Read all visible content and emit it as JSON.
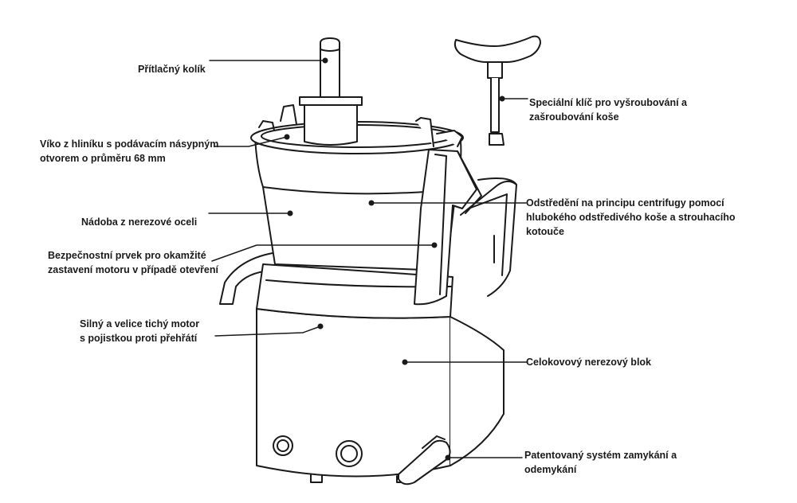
{
  "labels": {
    "plunger": [
      "Přítlačný kolík"
    ],
    "lid": [
      "Víko z hliníku s podávacím násypným",
      "otvorem o průměru 68 mm"
    ],
    "bowl": [
      "Nádoba z nerezové oceli"
    ],
    "safety": [
      "Bezpečnostní prvek pro okamžité",
      "zastavení motoru v případě otevření"
    ],
    "motor": [
      "Silný a velice tichý motor",
      "s pojistkou proti přehřátí"
    ],
    "key": [
      "Speciální klíč pro vyšroubování a",
      "zašroubování koše"
    ],
    "centrifuge": [
      "Odstředění na principu centrifugy pomocí",
      "hlubokého odstředivého koše a strouhacího",
      "kotouče"
    ],
    "block": [
      "Celokovový nerezový blok"
    ],
    "locking": [
      "Patentovaný systém zamykání a",
      "odemykání"
    ]
  },
  "colors": {
    "line": "#1a1a1a",
    "text": "#1a1a1a",
    "background": "#ffffff"
  }
}
